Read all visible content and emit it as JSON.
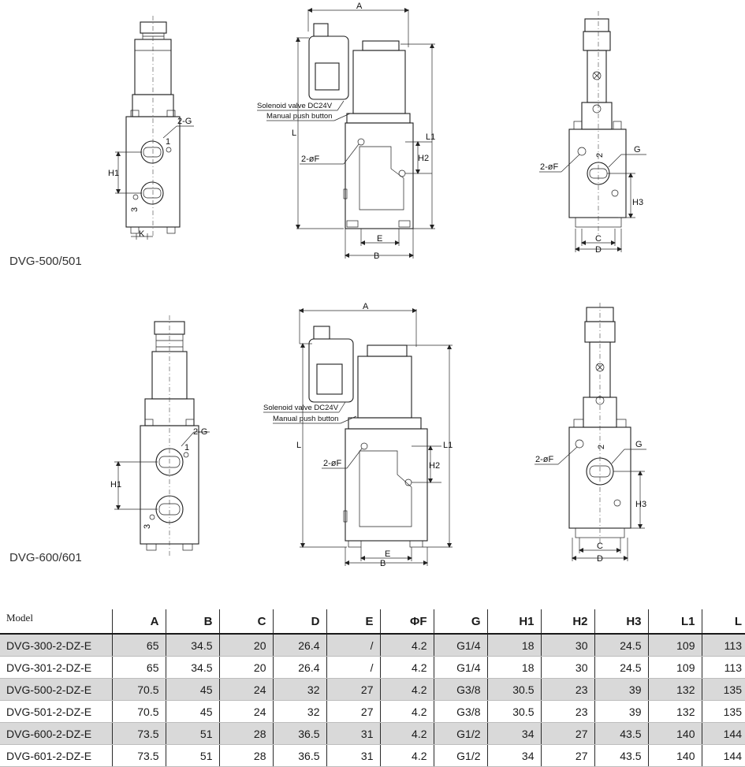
{
  "views": {
    "top": {
      "model_label": "DVG-500/501",
      "labels": {
        "port": "2-G",
        "hole": "2-øF",
        "h1": "H1",
        "h2": "H2",
        "h3": "H3",
        "k": "K",
        "a": "A",
        "b": "B",
        "c": "C",
        "d": "D",
        "e": "E",
        "l": "L",
        "l1": "L1",
        "g": "G",
        "p1": "1",
        "p2": "2",
        "p3": "3"
      },
      "notes": {
        "solenoid": "Solenoid valve DC24V",
        "manual": "Manual push button"
      }
    },
    "bottom": {
      "model_label": "DVG-600/601",
      "labels": {
        "port": "2-G",
        "hole": "2-øF",
        "h1": "H1",
        "h2": "H2",
        "h3": "H3",
        "a": "A",
        "b": "B",
        "c": "C",
        "d": "D",
        "e": "E",
        "l": "L",
        "l1": "L1",
        "g": "G",
        "p1": "1",
        "p2": "2",
        "p3": "3"
      },
      "notes": {
        "solenoid": "Solenoid valve DC24V",
        "manual": "Manual push button"
      }
    }
  },
  "table": {
    "columns": [
      "Model",
      "A",
      "B",
      "C",
      "D",
      "E",
      "ΦF",
      "G",
      "H1",
      "H2",
      "H3",
      "L1",
      "L"
    ],
    "rows": [
      [
        "DVG-300-2-DZ-E",
        "65",
        "34.5",
        "20",
        "26.4",
        "/",
        "4.2",
        "G1/4",
        "18",
        "30",
        "24.5",
        "109",
        "113"
      ],
      [
        "DVG-301-2-DZ-E",
        "65",
        "34.5",
        "20",
        "26.4",
        "/",
        "4.2",
        "G1/4",
        "18",
        "30",
        "24.5",
        "109",
        "113"
      ],
      [
        "DVG-500-2-DZ-E",
        "70.5",
        "45",
        "24",
        "32",
        "27",
        "4.2",
        "G3/8",
        "30.5",
        "23",
        "39",
        "132",
        "135"
      ],
      [
        "DVG-501-2-DZ-E",
        "70.5",
        "45",
        "24",
        "32",
        "27",
        "4.2",
        "G3/8",
        "30.5",
        "23",
        "39",
        "132",
        "135"
      ],
      [
        "DVG-600-2-DZ-E",
        "73.5",
        "51",
        "28",
        "36.5",
        "31",
        "4.2",
        "G1/2",
        "34",
        "27",
        "43.5",
        "140",
        "144"
      ],
      [
        "DVG-601-2-DZ-E",
        "73.5",
        "51",
        "28",
        "36.5",
        "31",
        "4.2",
        "G1/2",
        "34",
        "27",
        "43.5",
        "140",
        "144"
      ]
    ],
    "shaded_rows": [
      0,
      2,
      4
    ]
  }
}
